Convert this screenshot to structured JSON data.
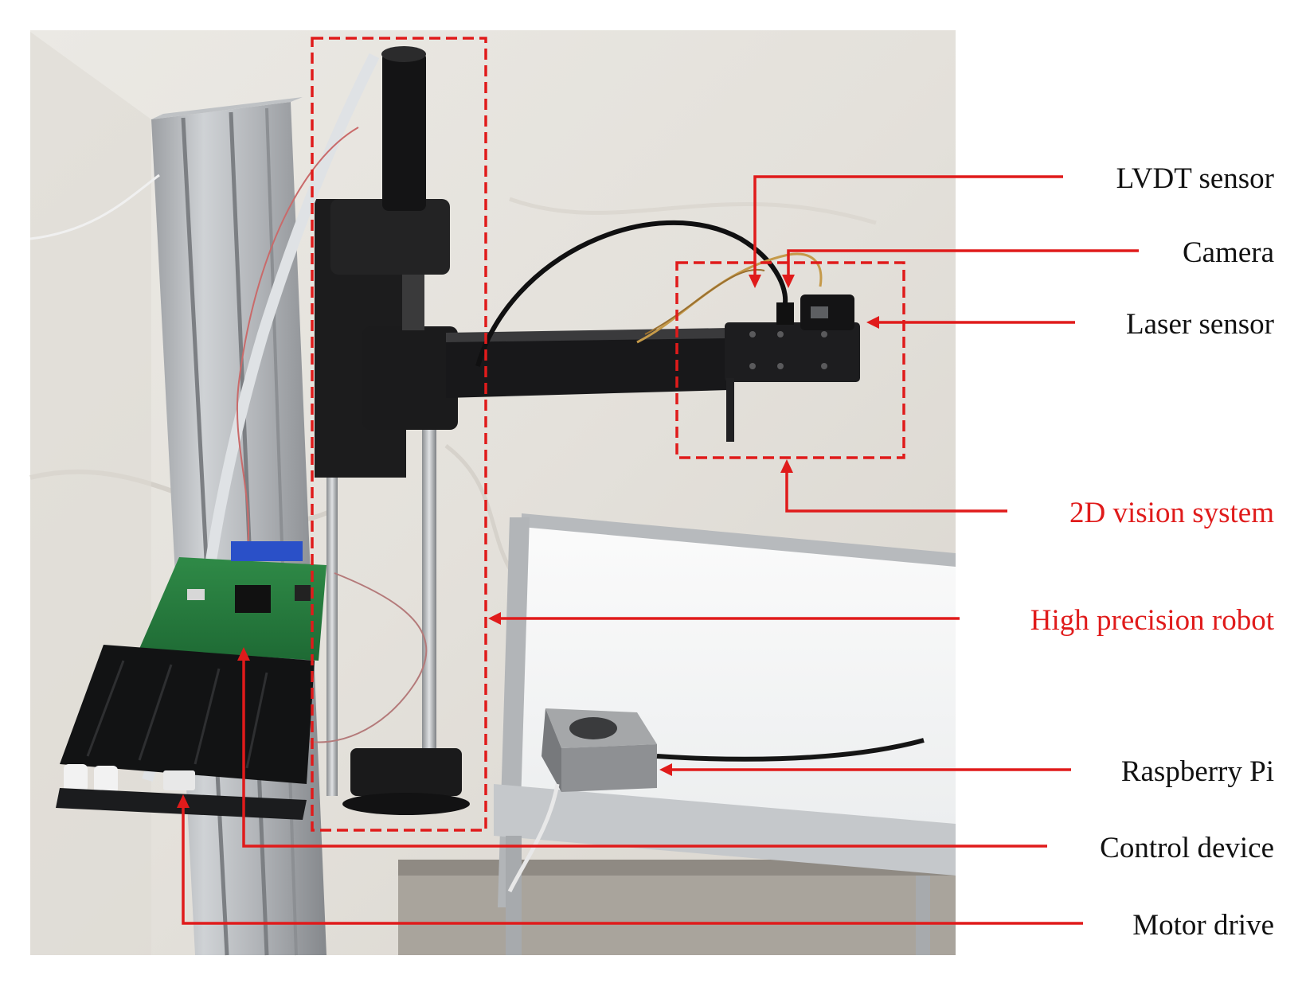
{
  "colors": {
    "annotation_red": "#e01b1b",
    "label_black": "#111111",
    "backdrop": "#e7e4de"
  },
  "labels": {
    "lvdt_sensor": "LVDT sensor",
    "camera": "Camera",
    "laser_sensor": "Laser sensor",
    "vision_system": "2D vision system",
    "robot": "High precision robot",
    "raspberry_pi": "Raspberry Pi",
    "control_device": "Control device",
    "motor_drive": "Motor drive"
  }
}
